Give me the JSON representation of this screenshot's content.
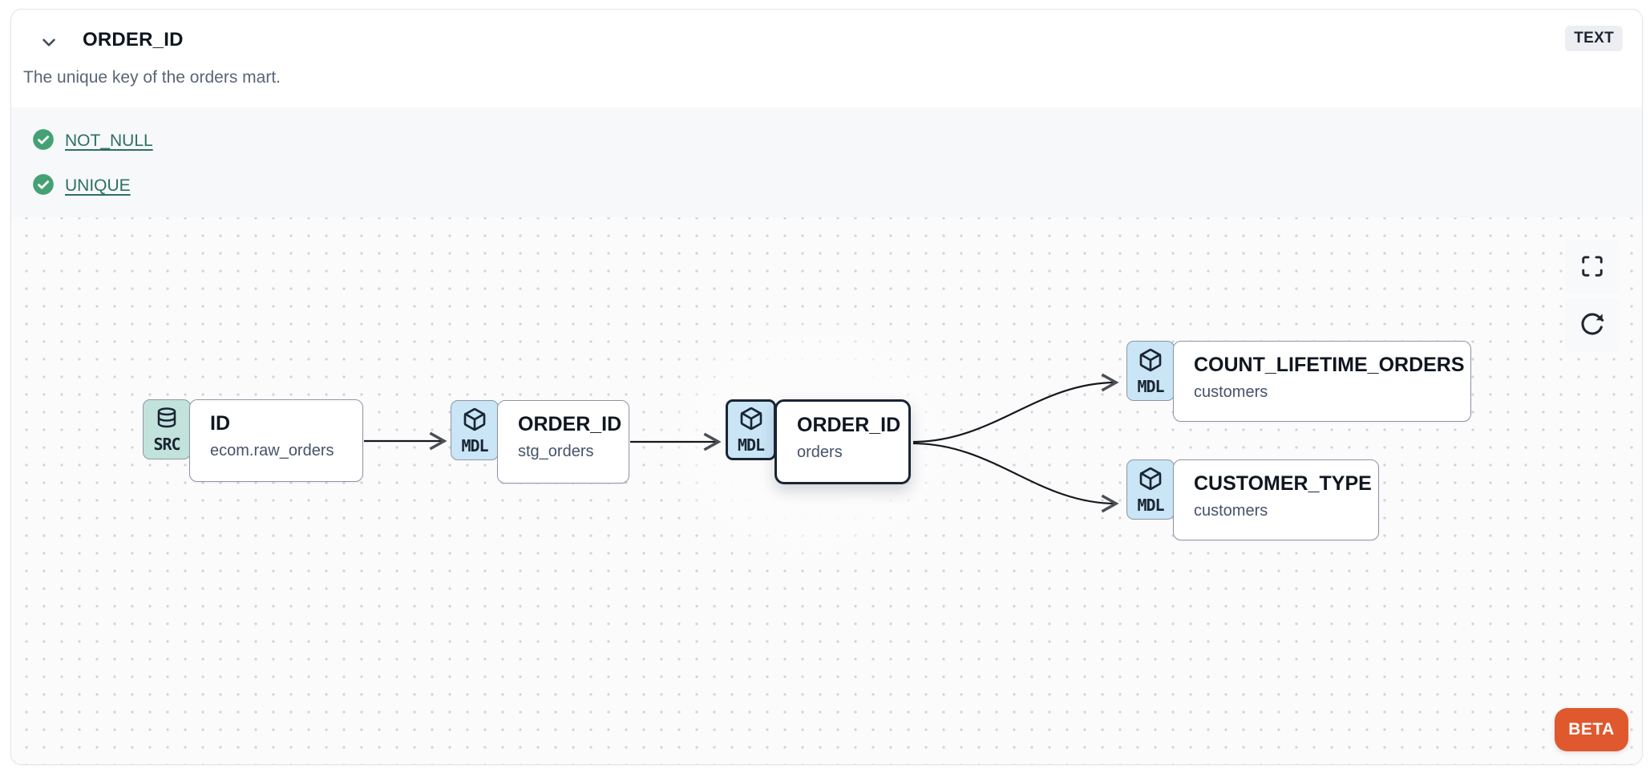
{
  "header": {
    "title": "ORDER_ID",
    "type_badge": "TEXT",
    "description": "The unique key of the orders mart."
  },
  "tests": {
    "items": [
      {
        "label": "NOT_NULL",
        "status": "pass"
      },
      {
        "label": "UNIQUE",
        "status": "pass"
      }
    ]
  },
  "lineage": {
    "nodes": [
      {
        "badge": "SRC",
        "icon": "database",
        "title": "ID",
        "subtitle": "ecom.raw_orders",
        "selected": false
      },
      {
        "badge": "MDL",
        "icon": "cube",
        "title": "ORDER_ID",
        "subtitle": "stg_orders",
        "selected": false
      },
      {
        "badge": "MDL",
        "icon": "cube",
        "title": "ORDER_ID",
        "subtitle": "orders",
        "selected": true
      },
      {
        "badge": "MDL",
        "icon": "cube",
        "title": "COUNT_LIFETIME_ORDERS",
        "subtitle": "customers",
        "selected": false
      },
      {
        "badge": "MDL",
        "icon": "cube",
        "title": "CUSTOMER_TYPE",
        "subtitle": "customers",
        "selected": false
      }
    ],
    "edges": [
      {
        "from": "ID (ecom.raw_orders)",
        "to": "ORDER_ID (stg_orders)"
      },
      {
        "from": "ORDER_ID (stg_orders)",
        "to": "ORDER_ID (orders)"
      },
      {
        "from": "ORDER_ID (orders)",
        "to": "COUNT_LIFETIME_ORDERS (customers)"
      },
      {
        "from": "ORDER_ID (orders)",
        "to": "CUSTOMER_TYPE (customers)"
      }
    ],
    "beta_label": "BETA"
  },
  "colors": {
    "src_badge_bg": "#c2e3dc",
    "mdl_badge_bg": "#c9e5f6",
    "selected_border": "#1a2533",
    "node_border": "#8e96a3",
    "test_pass_green": "#44a173",
    "test_link_teal": "#2d6f64",
    "beta_orange": "#e0582e",
    "tests_strip_bg": "#f7f8fa",
    "type_badge_bg": "#eceef1"
  }
}
